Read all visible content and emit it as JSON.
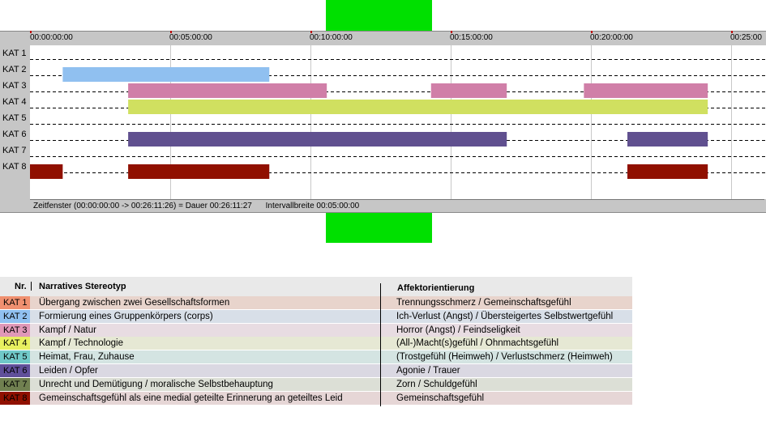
{
  "timeline": {
    "rows": [
      "KAT 1",
      "KAT 2",
      "KAT 3",
      "KAT 4",
      "KAT 5",
      "KAT 6",
      "KAT 7",
      "KAT 8"
    ],
    "ticks": [
      "00:00:00:00",
      "00:05:00:00",
      "00:10:00:00",
      "00:15:00:00",
      "00:20:00:00",
      "00:25:00"
    ],
    "tick_seconds": [
      0,
      300,
      600,
      900,
      1200,
      1500
    ],
    "total_seconds": 1571.45,
    "bar_colors": [
      "#e0805a",
      "#90c0f0",
      "#d07fa8",
      "#d0e060",
      "#7fc8c8",
      "#60508f",
      "#708050",
      "#901000"
    ],
    "segments": [
      {
        "row": 1,
        "start": 70,
        "end": 512
      },
      {
        "row": 2,
        "start": 210,
        "end": 635
      },
      {
        "row": 2,
        "start": 858,
        "end": 1020
      },
      {
        "row": 2,
        "start": 1185,
        "end": 1450
      },
      {
        "row": 3,
        "start": 210,
        "end": 1450
      },
      {
        "row": 5,
        "start": 210,
        "end": 1020
      },
      {
        "row": 5,
        "start": 1278,
        "end": 1450
      },
      {
        "row": 7,
        "start": 0,
        "end": 70
      },
      {
        "row": 7,
        "start": 210,
        "end": 512
      },
      {
        "row": 7,
        "start": 1278,
        "end": 1450
      }
    ],
    "status": "Zeitfenster (00:00:00:00 -> 00:26:11:26) = Dauer 00:26:11:27",
    "interval": "Intervallbreite 00:05:00:00"
  },
  "legend": {
    "headers": {
      "nr": "Nr.",
      "stereotyp": "Narratives Stereotyp",
      "affekt": "Affektorientierung"
    },
    "rows": [
      {
        "kat": "KAT 1",
        "color": "#f09070",
        "bg": "#e8d4cc",
        "stereotyp": "Übergang zwischen zwei Gesellschaftsformen",
        "affekt": "Trennungsschmerz / Gemeinschaftsgefühl"
      },
      {
        "kat": "KAT 2",
        "color": "#90c0f0",
        "bg": "#d8dfe8",
        "stereotyp": "Formierung eines Gruppenkörpers (corps)",
        "affekt": "Ich-Verlust (Angst) / Übersteigertes Selbstwertgefühl"
      },
      {
        "kat": "KAT 3",
        "color": "#e098b8",
        "bg": "#e8dce2",
        "stereotyp": "Kampf / Natur",
        "affekt": "Horror (Angst) / Feindseligkeit"
      },
      {
        "kat": "KAT 4",
        "color": "#e8f060",
        "bg": "#e6e8d4",
        "stereotyp": "Kampf / Technologie",
        "affekt": "(All-)Macht(s)gefühl / Ohnmachtsgefühl"
      },
      {
        "kat": "KAT 5",
        "color": "#70c8c8",
        "bg": "#d4e4e2",
        "stereotyp": "Heimat, Frau, Zuhause",
        "affekt": "(Trostgefühl (Heimweh) / Verlustschmerz (Heimweh)"
      },
      {
        "kat": "KAT 6",
        "color": "#60509a",
        "bg": "#dad8e2",
        "stereotyp": "Leiden / Opfer",
        "affekt": "Agonie / Trauer"
      },
      {
        "kat": "KAT 7",
        "color": "#708050",
        "bg": "#dcdfd6",
        "stereotyp": "Unrecht und Demütigung / moralische Selbstbehauptung",
        "affekt": "Zorn / Schuldgefühl"
      },
      {
        "kat": "KAT 8",
        "color": "#901000",
        "bg": "#e6d6d6",
        "stereotyp": "Gemeinschaftsgefühl als eine medial geteilte Erinnerung an geteiltes Leid",
        "affekt": "Gemeinschaftsgefühl"
      }
    ]
  }
}
